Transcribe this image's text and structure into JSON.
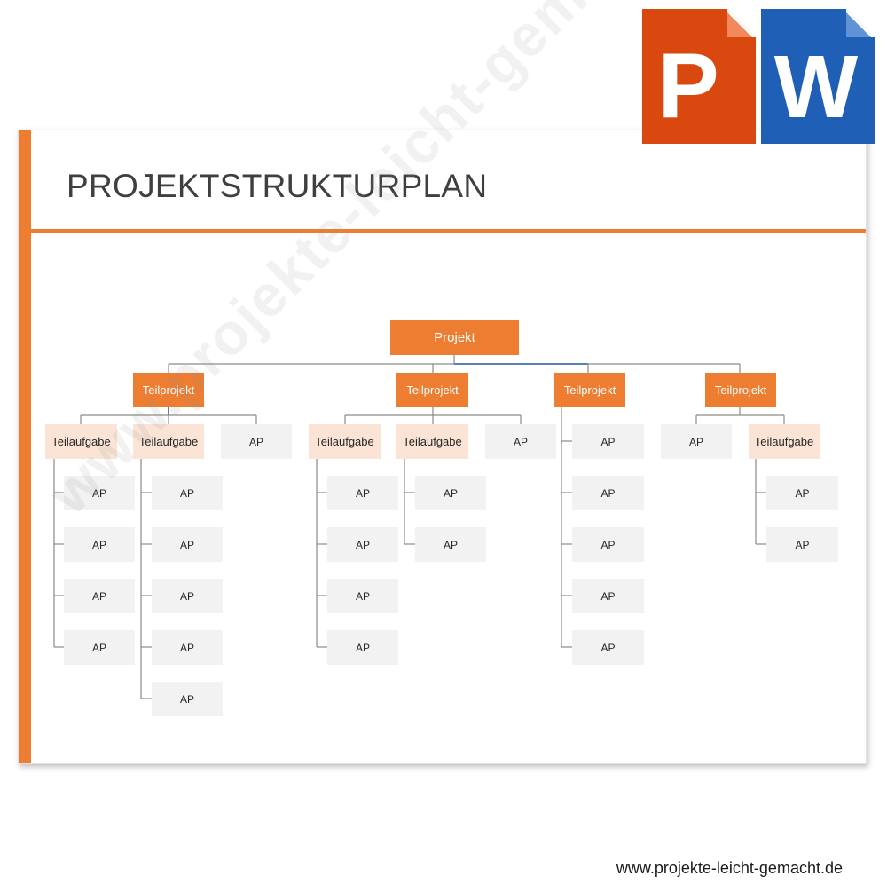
{
  "slide": {
    "title": "PROJEKTSTRUKTURPLAN",
    "accent_color": "#ed7d31"
  },
  "logos": {
    "powerpoint": {
      "letter": "P",
      "color": "#d9480f",
      "icon": "powerpoint-icon"
    },
    "word": {
      "letter": "W",
      "color": "#1f5fb5",
      "icon": "word-icon"
    }
  },
  "watermark": "www.projekte-leicht-gemacht.de",
  "footer_url": "www.projekte-leicht-gemacht.de",
  "org_chart": {
    "root": "Projekt",
    "teilprojekte": [
      {
        "label": "Teilprojekt",
        "children": [
          {
            "label": "Teilaufgabe",
            "type": "teilaufgabe",
            "aps": [
              "AP",
              "AP",
              "AP",
              "AP"
            ]
          },
          {
            "label": "Teilaufgabe",
            "type": "teilaufgabe",
            "aps": [
              "AP",
              "AP",
              "AP",
              "AP",
              "AP"
            ]
          },
          {
            "label": "AP",
            "type": "ap"
          }
        ]
      },
      {
        "label": "Teilprojekt",
        "children": [
          {
            "label": "Teilaufgabe",
            "type": "teilaufgabe",
            "aps": [
              "AP",
              "AP",
              "AP",
              "AP"
            ]
          },
          {
            "label": "Teilaufgabe",
            "type": "teilaufgabe",
            "aps": [
              "AP",
              "AP"
            ]
          },
          {
            "label": "AP",
            "type": "ap"
          }
        ]
      },
      {
        "label": "Teilprojekt",
        "aps": [
          "AP",
          "AP",
          "AP",
          "AP",
          "AP"
        ]
      },
      {
        "label": "Teilprojekt",
        "children": [
          {
            "label": "AP",
            "type": "ap"
          },
          {
            "label": "Teilaufgabe",
            "type": "teilaufgabe",
            "aps": [
              "AP",
              "AP"
            ]
          }
        ]
      }
    ]
  }
}
